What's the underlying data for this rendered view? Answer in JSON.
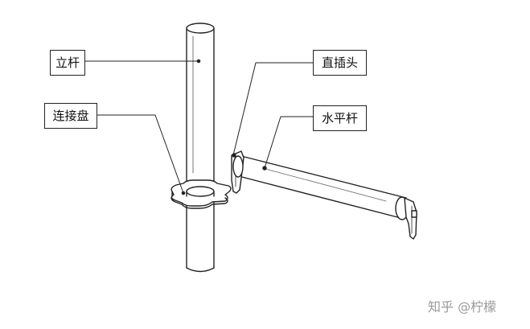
{
  "labels": {
    "upright": "立杆",
    "connection_disc": "连接盘",
    "plug_head": "直插头",
    "horizontal_bar": "水平杆"
  },
  "watermark": "知乎 @柠檬",
  "colors": {
    "stroke": "#222222",
    "background": "#ffffff",
    "watermark": "#9a9a9a"
  }
}
